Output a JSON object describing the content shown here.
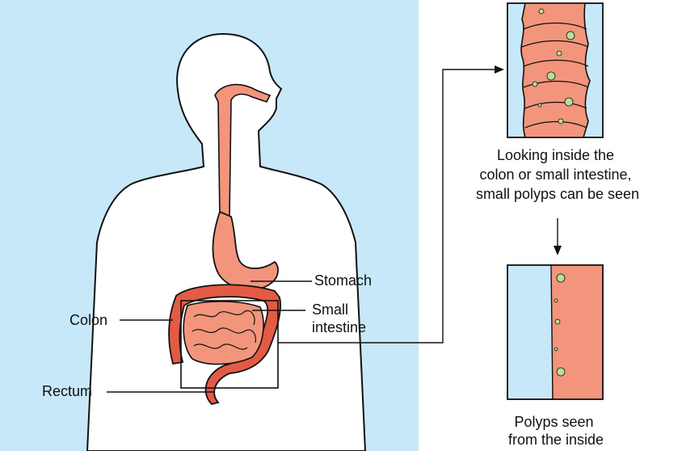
{
  "labels": {
    "stomach": "Stomach",
    "colon": "Colon",
    "small_intestine": [
      "Small",
      "intestine"
    ],
    "rectum": "Rectum"
  },
  "captions": {
    "inside_view": [
      "Looking inside the",
      "colon or small intestine,",
      "small polyps can be seen"
    ],
    "cross_section": [
      "Polyps seen",
      "from the inside"
    ]
  },
  "colors": {
    "panel_background": "#c7e8f8",
    "body_fill": "#ffffff",
    "organ_dark": "#e35b45",
    "organ_light": "#f2957c",
    "polyp": "#b9df9c",
    "line": "#111111"
  }
}
